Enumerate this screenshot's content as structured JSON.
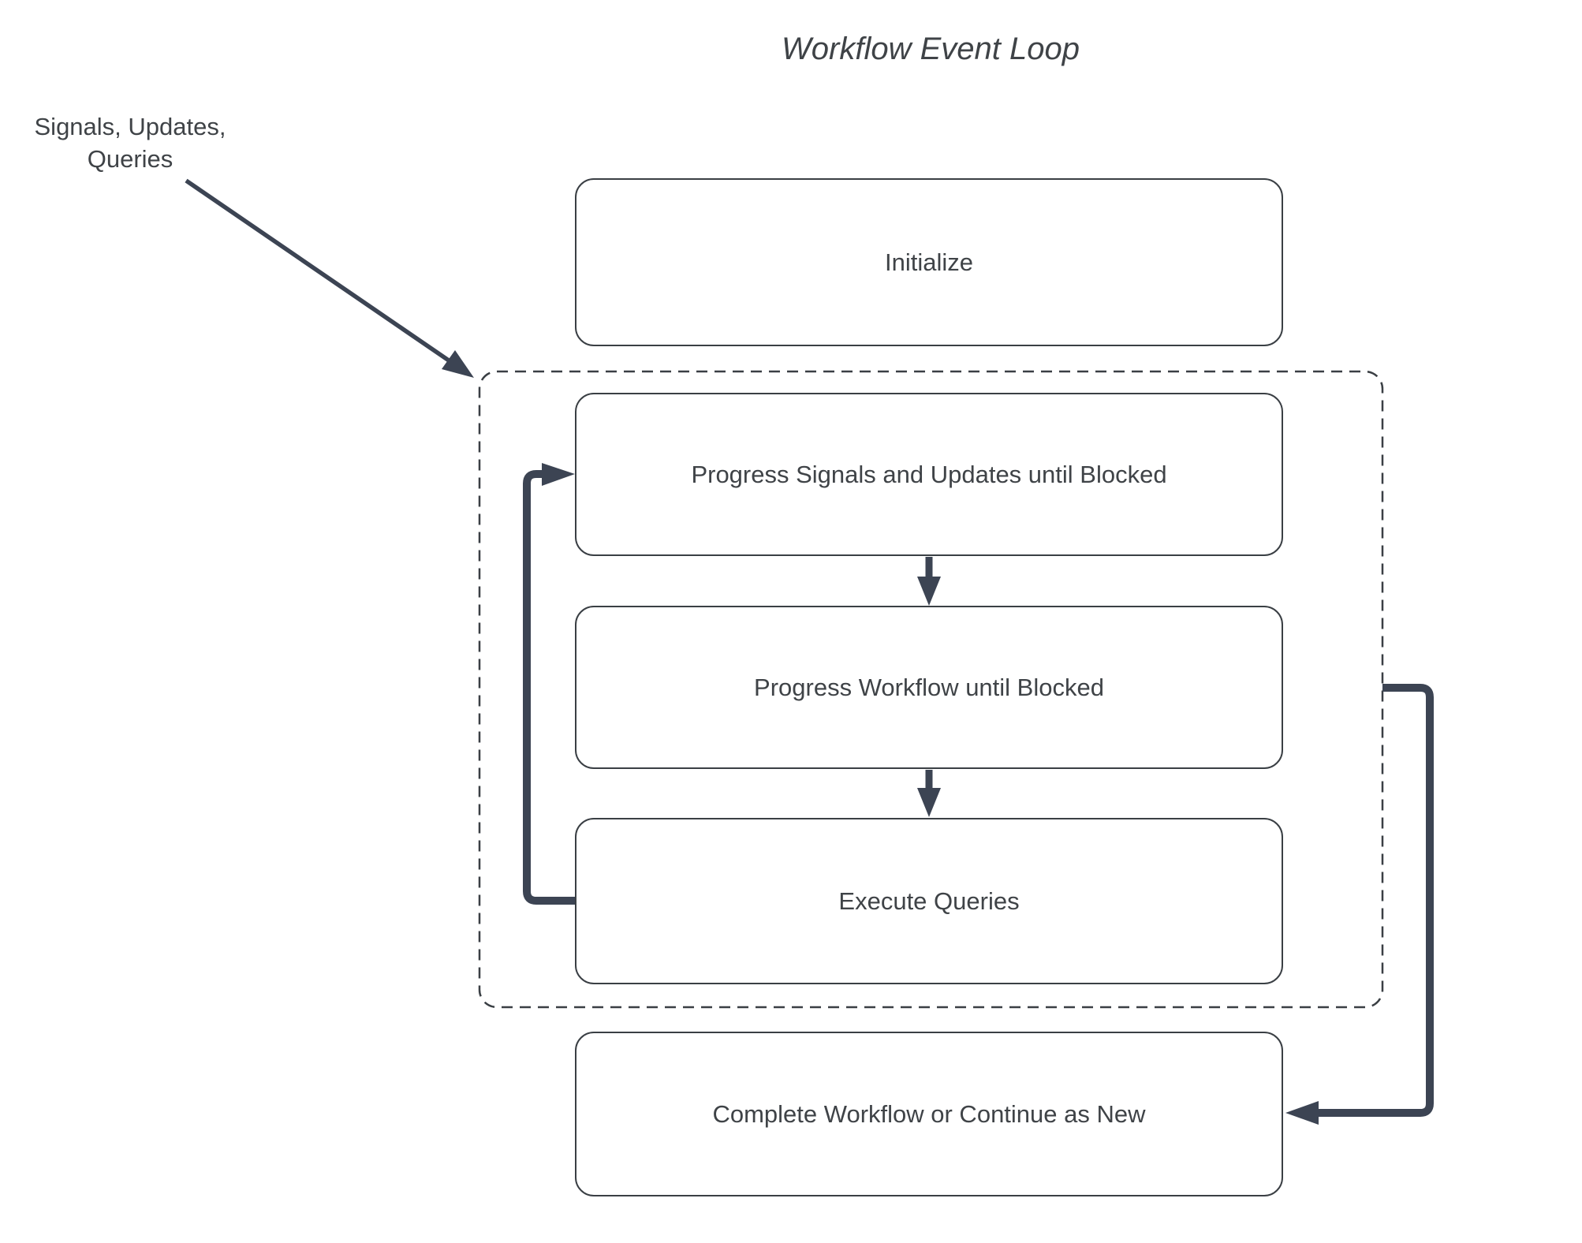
{
  "title": "Workflow Event Loop",
  "annotation": {
    "line1": "Signals, Updates,",
    "line2": "Queries"
  },
  "nodes": {
    "initialize": "Initialize",
    "progress_signals": "Progress Signals and Updates until Blocked",
    "progress_workflow": "Progress Workflow until Blocked",
    "execute_queries": "Execute Queries",
    "complete_workflow": "Complete Workflow or Continue as New"
  },
  "colors": {
    "background": "#ffffff",
    "node_fill": "#ffffff",
    "node_border": "#3a3f44",
    "text": "#3f4347",
    "arrow": "#3c4453",
    "dashed_border": "#3a3f44"
  }
}
